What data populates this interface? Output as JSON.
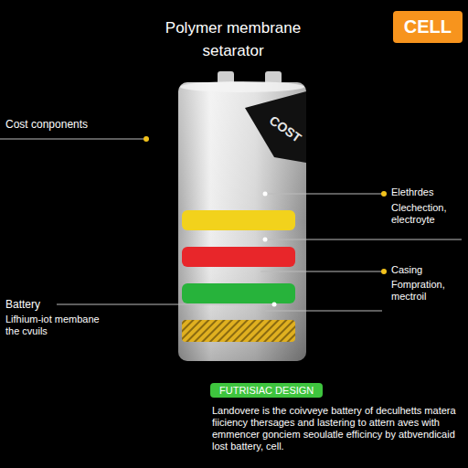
{
  "diagram": {
    "title": "Polymer membrane setarator",
    "nodes": [
      {
        "text": [
          "CELL"
        ]
      },
      {
        "text": [
          "FUTRISIAC DESIGN"
        ]
      }
    ],
    "labels": [
      "Cost conponents",
      "COST",
      "Elethrdes",
      "Clechection, electroyte",
      "Casing",
      "Fompration, mectroil",
      "Battery",
      "Lifhium-iot membane the cvuils",
      "Landovere is the coivveye battery of deculhetts matera fiiciency thersages and lastering to attern aves with emmencer gonciem seoulatle efficincy by atbvendicaid lost battery, cell."
    ]
  }
}
